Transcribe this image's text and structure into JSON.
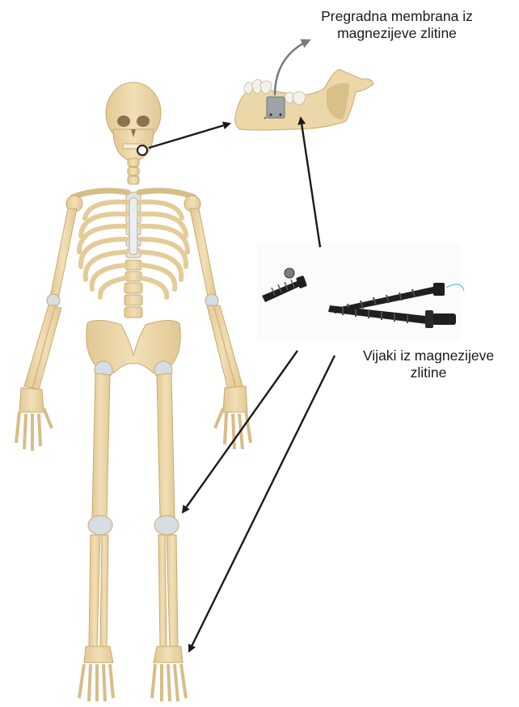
{
  "labels": {
    "membrane": {
      "line1": "Pregradna membrana iz",
      "line2": "magnezijeve zlitine"
    },
    "screws": {
      "line1": "Vijaki iz magnezijeve",
      "line2": "zlitine"
    }
  },
  "colors": {
    "bone": "#ecd7a9",
    "bone_shadow": "#d9bf88",
    "bone_outline": "#c8aa70",
    "cartilage": "#d6dde3",
    "arrow": "#1b1b1b",
    "arrow_grey": "#7a7a7a",
    "screw": "#1f1f1f",
    "membrane": "#9ea3a8"
  },
  "icons": {
    "skeleton": "human-skeleton-icon",
    "jaw": "mandible-icon",
    "screws": "bone-screws-icon"
  }
}
